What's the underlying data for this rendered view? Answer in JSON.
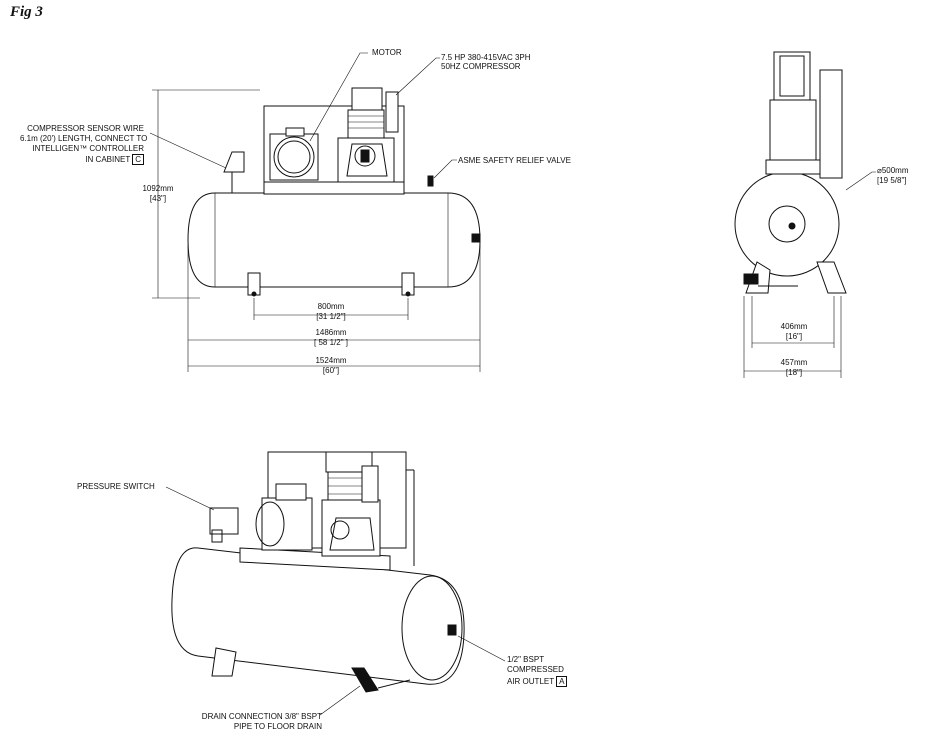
{
  "figure_title": "Fig 3",
  "front_view": {
    "labels": {
      "motor": "MOTOR",
      "compressor_line1": "7.5 HP 380-415VAC 3PH",
      "compressor_line2": "50HZ COMPRESSOR",
      "sensor_line1": "COMPRESSOR SENSOR WIRE",
      "sensor_line2": "6.1m (20') LENGTH, CONNECT TO",
      "sensor_line3": "INTELLIGEN™ CONTROLLER",
      "sensor_line4": "IN CABINET",
      "sensor_box": "C",
      "relief_valve": "ASME SAFETY RELIEF VALVE"
    },
    "dimensions": {
      "height_mm": "1092mm",
      "height_in": "[43\"]",
      "feet_mm": "800mm",
      "feet_in": "[31 1/2\"]",
      "tank_mm": "1486mm",
      "tank_in": "[ 58 1/2\" ]",
      "overall_mm": "1524mm",
      "overall_in": "[60\"]"
    }
  },
  "side_view": {
    "dimensions": {
      "diameter_mm": "500mm",
      "diameter_in": "[19 5/8\"]",
      "diameter_symbol": "⌀",
      "feet_mm": "406mm",
      "feet_in": "[16\"]",
      "width_mm": "457mm",
      "width_in": "[18\"]"
    }
  },
  "iso_view": {
    "labels": {
      "pressure_switch": "PRESSURE SWITCH",
      "outlet_line1": "1/2\" BSPT",
      "outlet_line2": "COMPRESSED",
      "outlet_line3": "AIR OUTLET",
      "outlet_box": "A",
      "drain_line1": "DRAIN CONNECTION 3/8\" BSPT",
      "drain_line2": "PIPE TO FLOOR DRAIN"
    }
  }
}
